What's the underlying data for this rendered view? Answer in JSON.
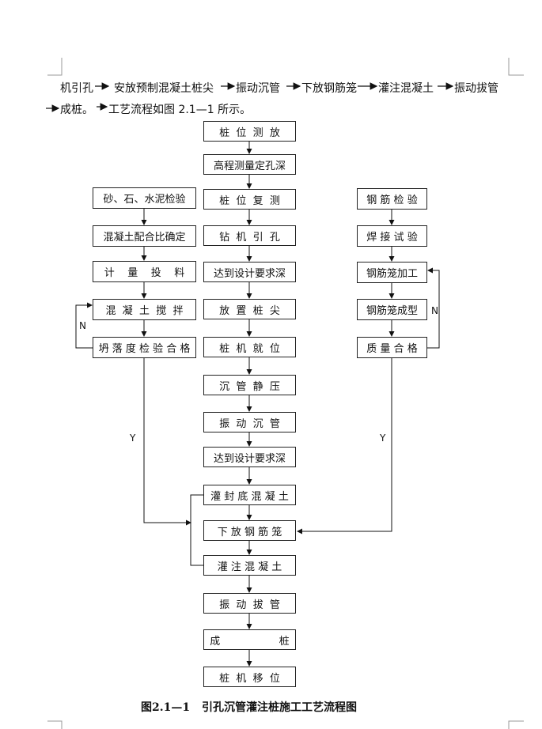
{
  "intro": {
    "line1": [
      {
        "text": "机引孔"
      },
      {
        "text": "安放预制混凝土桩尖"
      },
      {
        "text": "振动沉管"
      },
      {
        "text": "下放钢筋笼"
      },
      {
        "text": "灌注混凝土"
      },
      {
        "text": "振动拔管"
      }
    ],
    "line2": {
      "first": "成桩。",
      "second": "工艺流程如图 2.1—1 所示。"
    }
  },
  "center_steps": [
    "桩  位  测  放",
    "高程测量定孔深",
    "桩  位  复  测",
    "钻  机  引  孔",
    "达到设计要求深",
    "放  置  桩  尖",
    "桩  机  就  位",
    "沉  管  静  压",
    "振  动  沉  管",
    "达到设计要求深",
    "灌 封 底 混 凝 土",
    "下 放 钢 筋 笼",
    "灌 注 混 凝 土",
    "振  动  拔  管",
    "成                  桩",
    "桩  机  移  位"
  ],
  "left_steps": [
    "砂、石、水泥检验",
    "混凝土配合比确定",
    "计    量    投    料",
    "混  凝  土  搅  拌",
    "坍 落 度 检 验 合 格"
  ],
  "right_steps": [
    "钢 筋 检 验",
    "焊 接 试 验",
    "钢筋笼加工",
    "钢筋笼成型",
    "质 量 合 格"
  ],
  "loop_labels": {
    "left_no": "N",
    "right_no": "N",
    "left_yes": "Y",
    "right_yes": "Y"
  },
  "caption": {
    "number": "图2.1—1",
    "title": "引孔沉管灌注桩施工工艺流程图"
  }
}
